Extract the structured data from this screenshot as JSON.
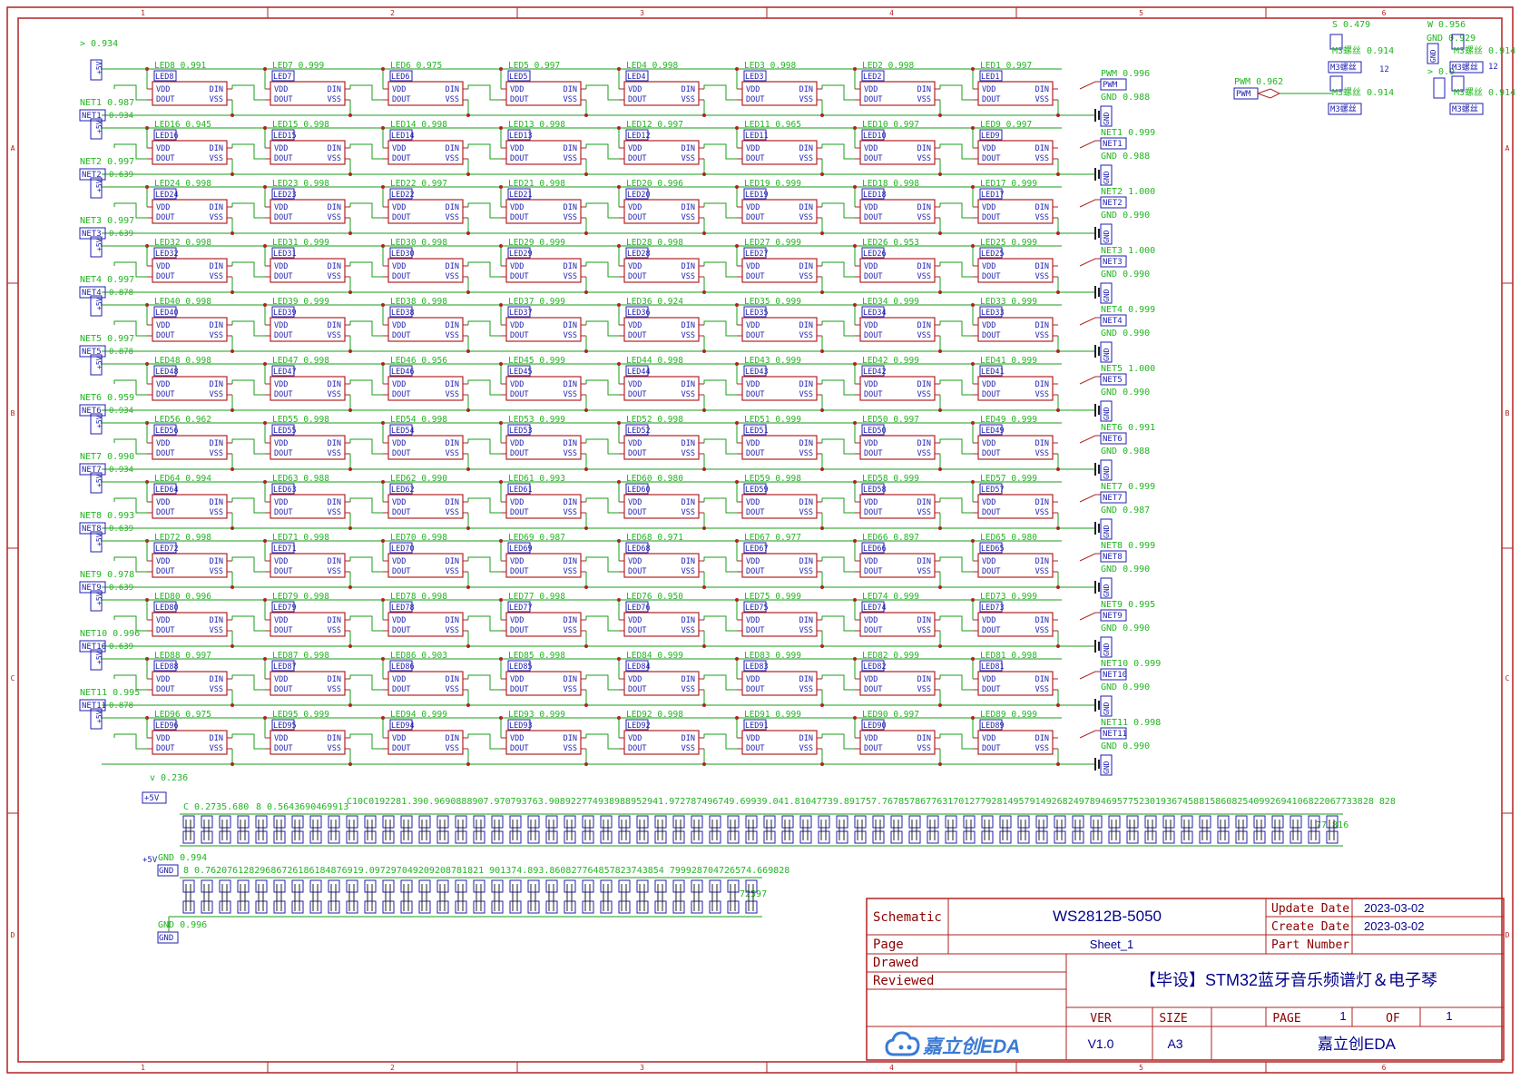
{
  "border": {
    "cols": [
      "1",
      "2",
      "3",
      "4",
      "5",
      "6"
    ],
    "rows": [
      "A",
      "B",
      "C",
      "D"
    ]
  },
  "leds": [
    {
      "row": 0,
      "names": [
        "LED8",
        "LED7",
        "LED6",
        "LED5",
        "LED4",
        "LED3",
        "LED2",
        "LED1"
      ],
      "scores": [
        "0.991",
        "0.999",
        "0.975",
        "0.997",
        "0.998",
        "0.998",
        "0.998",
        "0.997"
      ]
    },
    {
      "row": 1,
      "names": [
        "LED16",
        "LED15",
        "LED14",
        "LED13",
        "LED12",
        "LED11",
        "LED10",
        "LED9"
      ],
      "scores": [
        "0.945",
        "0.998",
        "0.998",
        "0.998",
        "0.997",
        "0.965",
        "0.997",
        "0.997"
      ]
    },
    {
      "row": 2,
      "names": [
        "LED24",
        "LED23",
        "LED22",
        "LED21",
        "LED20",
        "LED19",
        "LED18",
        "LED17"
      ],
      "scores": [
        "0.998",
        "0.998",
        "0.997",
        "0.998",
        "0.996",
        "0.999",
        "0.998",
        "0.999"
      ]
    },
    {
      "row": 3,
      "names": [
        "LED32",
        "LED31",
        "LED30",
        "LED29",
        "LED28",
        "LED27",
        "LED26",
        "LED25"
      ],
      "scores": [
        "0.998",
        "0.999",
        "0.998",
        "0.999",
        "0.998",
        "0.999",
        "0.953",
        "0.999"
      ]
    },
    {
      "row": 4,
      "names": [
        "LED40",
        "LED39",
        "LED38",
        "LED37",
        "LED36",
        "LED35",
        "LED34",
        "LED33"
      ],
      "scores": [
        "0.998",
        "0.999",
        "0.998",
        "0.999",
        "0.924",
        "0.999",
        "0.999",
        "0.999"
      ]
    },
    {
      "row": 5,
      "names": [
        "LED48",
        "LED47",
        "LED46",
        "LED45",
        "LED44",
        "LED43",
        "LED42",
        "LED41"
      ],
      "scores": [
        "0.998",
        "0.998",
        "0.956",
        "0.999",
        "0.998",
        "0.999",
        "0.999",
        "0.999"
      ]
    },
    {
      "row": 6,
      "names": [
        "LED56",
        "LED55",
        "LED54",
        "LED53",
        "LED52",
        "LED51",
        "LED50",
        "LED49"
      ],
      "scores": [
        "0.962",
        "0.998",
        "0.998",
        "0.999",
        "0.998",
        "0.999",
        "0.997",
        "0.999"
      ]
    },
    {
      "row": 7,
      "names": [
        "LED64",
        "LED63",
        "LED62",
        "LED61",
        "LED60",
        "LED59",
        "LED58",
        "LED57"
      ],
      "scores": [
        "0.994",
        "0.988",
        "0.990",
        "0.993",
        "0.980",
        "0.998",
        "0.999",
        "0.999"
      ]
    },
    {
      "row": 8,
      "names": [
        "LED72",
        "LED71",
        "LED70",
        "LED69",
        "LED68",
        "LED67",
        "LED66",
        "LED65"
      ],
      "scores": [
        "0.998",
        "0.998",
        "0.998",
        "0.987",
        "0.971",
        "0.977",
        "0.897",
        "0.980"
      ]
    },
    {
      "row": 9,
      "names": [
        "LED80",
        "LED79",
        "LED78",
        "LED77",
        "LED76",
        "LED75",
        "LED74",
        "LED73"
      ],
      "scores": [
        "0.996",
        "0.998",
        "0.998",
        "0.998",
        "0.950",
        "0.999",
        "0.999",
        "0.999"
      ]
    },
    {
      "row": 10,
      "names": [
        "LED88",
        "LED87",
        "LED86",
        "LED85",
        "LED84",
        "LED83",
        "LED82",
        "LED81"
      ],
      "scores": [
        "0.997",
        "0.998",
        "0.903",
        "0.998",
        "0.999",
        "0.999",
        "0.999",
        "0.998"
      ]
    },
    {
      "row": 11,
      "names": [
        "LED96",
        "LED95",
        "LED94",
        "LED93",
        "LED92",
        "LED91",
        "LED90",
        "LED89"
      ],
      "scores": [
        "0.975",
        "0.999",
        "0.999",
        "0.999",
        "0.998",
        "0.999",
        "0.997",
        "0.999"
      ]
    }
  ],
  "pins": {
    "vdd": "VDD",
    "dout": "DOUT",
    "din": "DIN",
    "vss": "VSS"
  },
  "left_nets": [
    {
      "label": "",
      "score": "> 0.934",
      "flag": "+5V",
      "side": ""
    },
    {
      "label": "NET1",
      "score": "0.987",
      "flag": "+5V",
      "side": "0.934"
    },
    {
      "label": "NET2",
      "score": "0.997",
      "flag": "+5V",
      "side": "0.639"
    },
    {
      "label": "NET3",
      "score": "0.997",
      "flag": "+5V",
      "side": "0.639"
    },
    {
      "label": "NET4",
      "score": "0.997",
      "flag": "+5V",
      "side": "0.878"
    },
    {
      "label": "NET5",
      "score": "0.997",
      "flag": "+5V",
      "side": "0.878"
    },
    {
      "label": "NET6",
      "score": "0.959",
      "flag": "+5V",
      "side": "0.934"
    },
    {
      "label": "NET7",
      "score": "0.990",
      "flag": "+5V",
      "side": "0.934"
    },
    {
      "label": "NET8",
      "score": "0.993",
      "flag": "+5V",
      "side": "0.639"
    },
    {
      "label": "NET9",
      "score": "0.978",
      "flag": "+5V",
      "side": "0.639"
    },
    {
      "label": "NET10",
      "score": "0.996",
      "flag": "+5V",
      "side": "0.639"
    },
    {
      "label": "NET11",
      "score": "0.995",
      "flag": "+5V",
      "side": "0.878"
    }
  ],
  "right_nets": [
    {
      "label": "PWM",
      "score": "0.996",
      "gnd": "GND 0.988"
    },
    {
      "label": "NET1",
      "score": "0.999",
      "gnd": "GND 0.988"
    },
    {
      "label": "NET2",
      "score": "1.000",
      "gnd": "GND 0.990"
    },
    {
      "label": "NET3",
      "score": "1.000",
      "gnd": "GND 0.990"
    },
    {
      "label": "NET4",
      "score": "0.999",
      "gnd": "GND 0.990"
    },
    {
      "label": "NET5",
      "score": "1.000",
      "gnd": "GND 0.990"
    },
    {
      "label": "NET6",
      "score": "0.991",
      "gnd": "GND 0.988"
    },
    {
      "label": "NET7",
      "score": "0.999",
      "gnd": "GND 0.987"
    },
    {
      "label": "NET8",
      "score": "0.999",
      "gnd": "GND 0.990"
    },
    {
      "label": "NET9",
      "score": "0.995",
      "gnd": "GND 0.990"
    },
    {
      "label": "NET10",
      "score": "0.999",
      "gnd": "GND 0.990"
    },
    {
      "label": "NET11",
      "score": "0.998",
      "gnd": "GND 0.990"
    }
  ],
  "gnd_text": "GND",
  "top_right": {
    "pwm_label": "PWM",
    "pwm_score": "PWM 0.962",
    "s_score": "S 0.479",
    "w_score": "W 0.956",
    "gnd_score": "GND 0.929",
    "gt_score": "> 0.9",
    "m3a": "M3螺丝 0.914",
    "m3b": "M3螺丝 0.914",
    "m3c": "M3螺丝 0.914",
    "m3d": "M3螺丝 0.914",
    "m3_label": "M3螺丝",
    "m3_num1": "12",
    "m3_num2": "12"
  },
  "caps": {
    "v_score": "v 0.236",
    "p5v": "+5V",
    "c_row1_head": "C 0.2735.680",
    "c_row1_mid": "8 0.5643690469913",
    "c_row1_long": "C10C0192281.390.9690888907.970793763.908922774938988952941.972787496749.69939.041.81047739.891757.767857867763170127792814957914926824978946957752301936745881586082540992694106822067733828 828",
    "c_row1_tail": "77.816",
    "gnd_score1": "GND 0.994",
    "c_row2_head": "8 0.76207612829686726186184876919.097297049209208781821 901374.893.860827764857823743854 799928704726574.669828",
    "c_row2_tail": "72597",
    "gnd_score2": "GND 0.996",
    "gnd": "GND"
  },
  "title_block": {
    "schematic_label": "Schematic",
    "schematic_value": "WS2812B-5050",
    "update_label": "Update Date",
    "update_value": "2023-03-02",
    "create_label": "Create Date",
    "create_value": "2023-03-02",
    "part_label": "Part Number",
    "part_value": "",
    "page_label": "Page",
    "page_value": "Sheet_1",
    "drawed_label": "Drawed",
    "reviewed_label": "Reviewed",
    "project_title": "【毕设】STM32蓝牙音乐频谱灯＆电子琴",
    "ver_label": "VER",
    "ver_value": "V1.0",
    "size_label": "SIZE",
    "size_value": "A3",
    "page_num_label": "PAGE",
    "page_num": "1",
    "of_label": "OF",
    "of_value": "1",
    "company": "嘉立创EDA",
    "logo_text": "嘉立创EDA"
  }
}
